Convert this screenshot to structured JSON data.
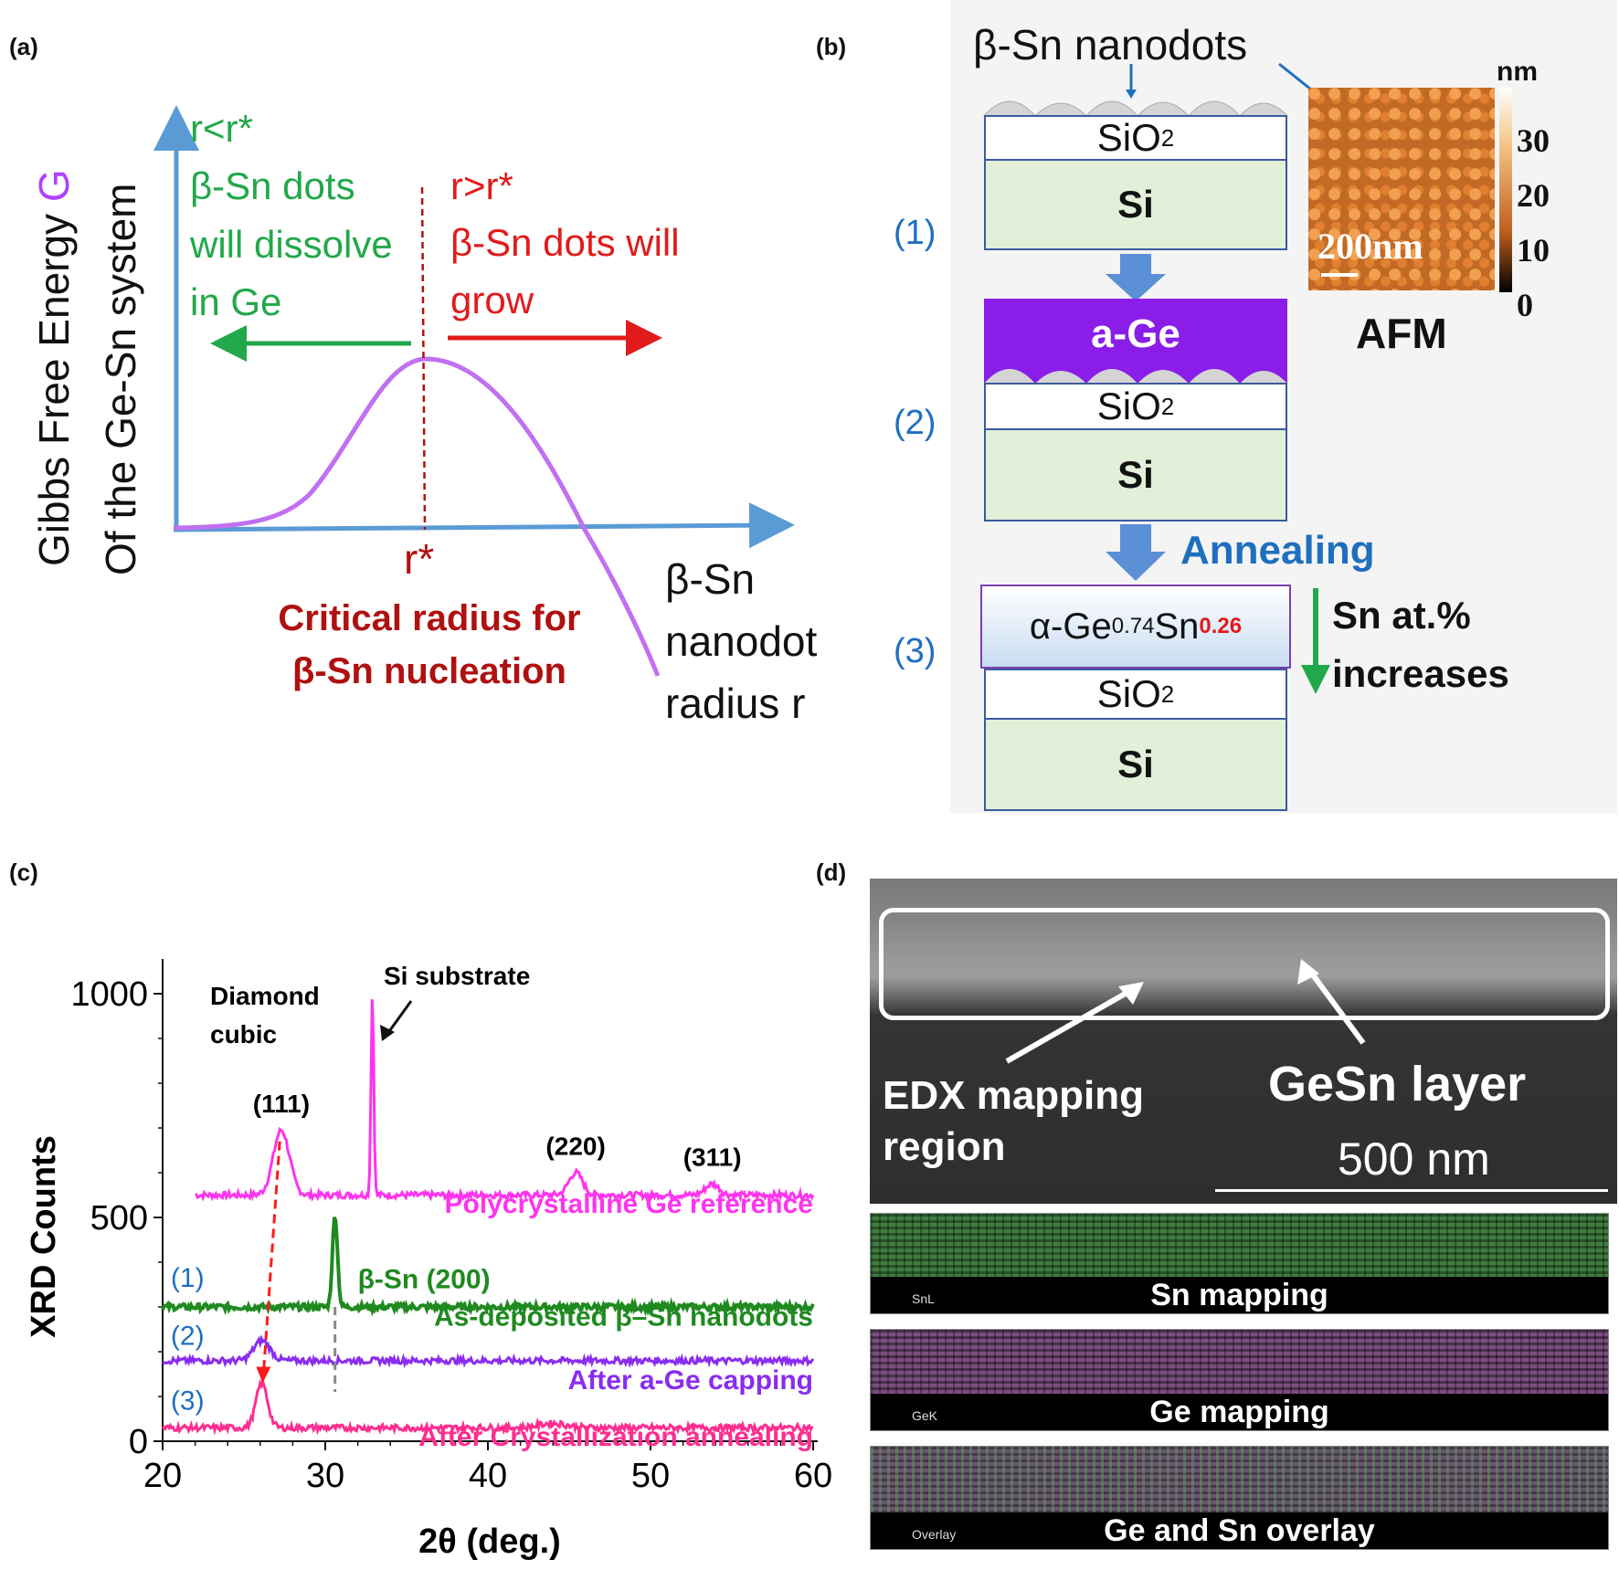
{
  "panel_a": {
    "label": "(a)",
    "y_axis_line1": "Gibbs Free Energy ",
    "y_axis_G": "G",
    "y_axis_line2": "Of the Ge-Sn system",
    "left_text": [
      "r<r*",
      "β-Sn dots",
      "will dissolve",
      "in Ge"
    ],
    "right_text": [
      "r>r*",
      "β-Sn dots will",
      "grow"
    ],
    "r_star": "r*",
    "critical_label": [
      "Critical radius for",
      "β-Sn nucleation"
    ],
    "x_axis_label": [
      "β-Sn",
      "nanodot",
      "radius r"
    ],
    "colors": {
      "axis": "#5b9bd5",
      "curve": "#c070f0",
      "green": "#21a84a",
      "red": "#e11b1b",
      "darkred": "#b01010"
    }
  },
  "panel_b": {
    "label": "(b)",
    "nanodots_label": "β-Sn nanodots",
    "steps": [
      "(1)",
      "(2)",
      "(3)"
    ],
    "sio2_base": "SiO",
    "sio2_sub": "2",
    "si": "Si",
    "a_ge": "a-Ge",
    "annealing": "Annealing",
    "alloy": {
      "prefix": "α-Ge",
      "sub1": "0.74",
      "mid": "Sn",
      "sub2": "0.26"
    },
    "sn_increase": [
      "Sn at.%",
      "increases"
    ],
    "afm": {
      "label": "AFM",
      "scalebar": "200nm",
      "colorbar_unit": "nm",
      "colorbar_ticks": [
        "30",
        "20",
        "10",
        "0"
      ]
    },
    "colors": {
      "accent": "#1f6fbf",
      "purple": "#8a1ee8",
      "si_fill": "#e2efd9",
      "alloy_fill": "#cfe0f3"
    }
  },
  "panel_c": {
    "label": "(c)",
    "chart_data": {
      "type": "line",
      "xlabel": "2θ (deg.)",
      "ylabel": "XRD Counts",
      "xlim": [
        20,
        60
      ],
      "ylim": [
        0,
        1000
      ],
      "xticks": [
        "20",
        "30",
        "40",
        "50",
        "60"
      ],
      "yticks": [
        "0",
        "500",
        "1000"
      ],
      "series": [
        {
          "name": "Polycrystalline Ge reference",
          "color": "#ff33ee",
          "baseline": 550,
          "x_start": 22,
          "peaks": [
            {
              "x": 27.3,
              "height": 145,
              "width": 0.7
            },
            {
              "x": 32.9,
              "height": 450,
              "width": 0.12
            },
            {
              "x": 45.4,
              "height": 50,
              "width": 0.6
            },
            {
              "x": 53.8,
              "height": 25,
              "width": 0.6
            }
          ]
        },
        {
          "name": "As-deposited β–Sn nanodots",
          "color": "#1f8a1f",
          "baseline": 300,
          "x_start": 20,
          "peaks": [
            {
              "x": 30.6,
              "height": 205,
              "width": 0.22
            }
          ]
        },
        {
          "name": "After a-Ge capping",
          "color": "#8a2cf0",
          "baseline": 180,
          "x_start": 20,
          "peaks": [
            {
              "x": 26.1,
              "height": 45,
              "width": 0.7
            }
          ]
        },
        {
          "name": "After Crystallization annealing",
          "color": "#ff2d8f",
          "baseline": 30,
          "x_start": 20,
          "peaks": [
            {
              "x": 26.1,
              "height": 100,
              "width": 0.5
            },
            {
              "x": 44,
              "height": 10,
              "width": 1.2
            }
          ]
        }
      ],
      "annotations": {
        "diamond": [
          "Diamond",
          "cubic"
        ],
        "si_substrate": "Si substrate",
        "p111": "(111)",
        "p220": "(220)",
        "p311": "(311)",
        "beta_sn": "β-Sn (200)",
        "steps": [
          "(1)",
          "(2)",
          "(3)"
        ]
      }
    }
  },
  "panel_d": {
    "label": "(d)",
    "edx_region": [
      "EDX mapping",
      "region"
    ],
    "gesn_layer": "GeSn layer",
    "scalebar": "500 nm",
    "maps": [
      {
        "tag": "SnL",
        "caption": "Sn mapping"
      },
      {
        "tag": "GeK",
        "caption": "Ge mapping"
      },
      {
        "tag": "Overlay",
        "caption": "Ge and Sn overlay"
      }
    ]
  }
}
